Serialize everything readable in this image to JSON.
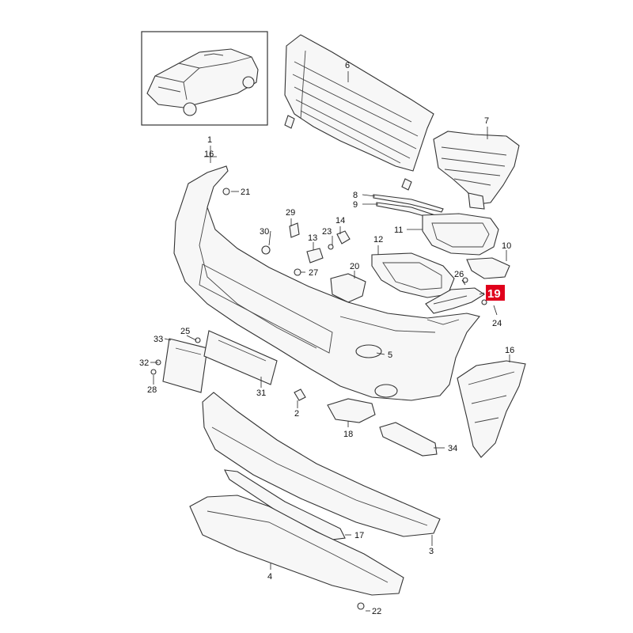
{
  "diagram": {
    "callouts": {
      "c1": "1",
      "c16a": "16",
      "c21": "21",
      "c6": "6",
      "c7": "7",
      "c8": "8",
      "c9": "9",
      "c29": "29",
      "c14": "14",
      "c30": "30",
      "c23": "23",
      "c13": "13",
      "c11": "11",
      "c12": "12",
      "c10": "10",
      "c27": "27",
      "c20": "20",
      "c26": "26",
      "c19": "19",
      "c24": "24",
      "c25": "25",
      "c33": "33",
      "c5": "5",
      "c16b": "16",
      "c32": "32",
      "c28": "28",
      "c31": "31",
      "c2": "2",
      "c18": "18",
      "c34": "34",
      "c17": "17",
      "c3": "3",
      "c4": "4",
      "c22": "22"
    },
    "highlight_color": "#e0001b"
  }
}
